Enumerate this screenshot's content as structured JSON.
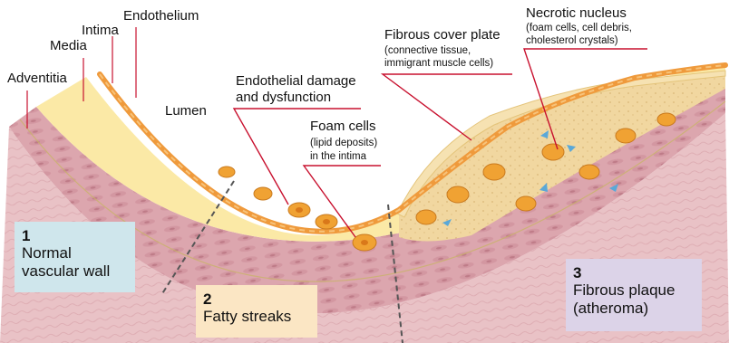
{
  "labels": {
    "adventitia": "Adventitia",
    "media": "Media",
    "intima": "Intima",
    "endothelium": "Endothelium",
    "lumen": "Lumen",
    "endothelial_damage_1": "Endothelial damage",
    "endothelial_damage_2": "and dysfunction",
    "foam_cells_title": "Foam cells",
    "foam_cells_sub_1": "(lipid deposits)",
    "foam_cells_sub_2": "in the intima",
    "fibrous_cover_title": "Fibrous cover plate",
    "fibrous_cover_sub_1": "(connective tissue,",
    "fibrous_cover_sub_2": "immigrant muscle cells)",
    "necrotic_title": "Necrotic nucleus",
    "necrotic_sub_1": "(foam cells, cell debris,",
    "necrotic_sub_2": "cholesterol crystals)"
  },
  "stages": [
    {
      "number": "1",
      "line1": "Normal",
      "line2": "vascular wall",
      "color": "#cfe6ec"
    },
    {
      "number": "2",
      "line1": "Fatty streaks",
      "line2": "",
      "color": "#fbe6c4"
    },
    {
      "number": "3",
      "line1": "Fibrous plaque",
      "line2": "(atheroma)",
      "color": "#dcd3e8"
    }
  ],
  "colors": {
    "leader_line": "#c8102e",
    "adventitia": "#e9c2c6",
    "media": "#dca6ae",
    "intima": "#fbe9a6",
    "endothelium": "#ef9a3c",
    "plaque_core": "#f1d7a0",
    "foam_cell": "#f0a233",
    "crystal": "#5aa8d8"
  }
}
